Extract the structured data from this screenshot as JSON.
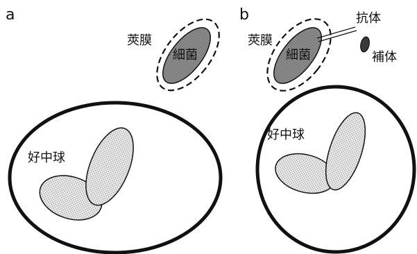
{
  "panels": {
    "a": {
      "letter": "a",
      "capsule": "莢膜",
      "bacteria": "細菌",
      "neutrophil": "好中球"
    },
    "b": {
      "letter": "b",
      "capsule": "莢膜",
      "bacteria": "細菌",
      "neutrophil": "好中球",
      "antibody": "抗体",
      "complement": "補体"
    }
  },
  "colors": {
    "outline": "#111111",
    "bacteria_fill": "#8a8a8a",
    "nucleus_fill": "#e6e6e6",
    "stipple_dot": "#8c8c8c",
    "complement_fill": "#3a3a3a"
  }
}
